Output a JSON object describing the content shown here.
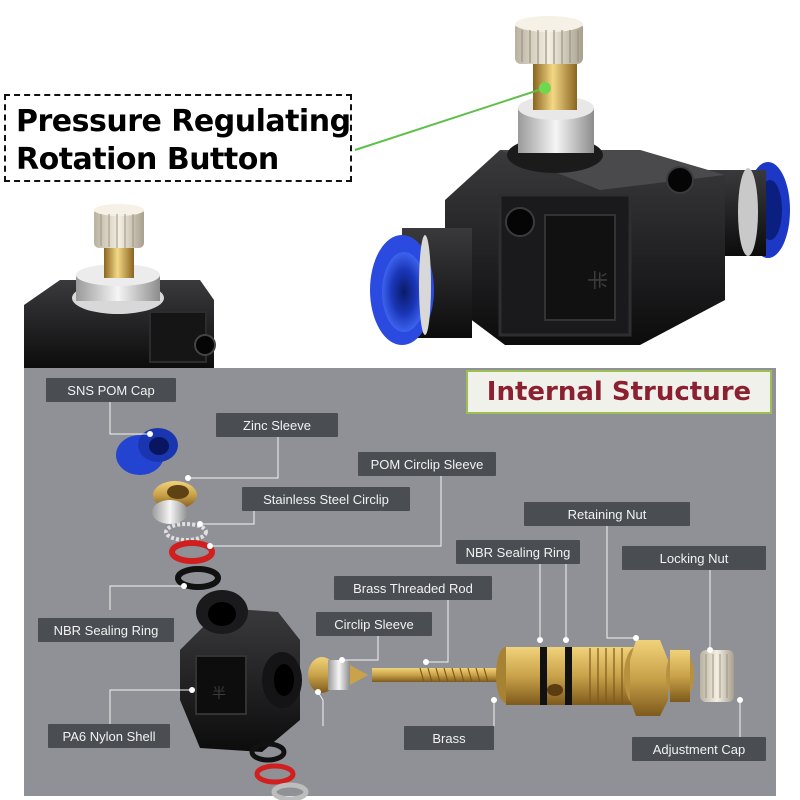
{
  "heading": {
    "line1": "Pressure Regulating",
    "line2": "Rotation Button"
  },
  "section_title": "Internal Structure",
  "labels": {
    "sns_pom_cap": "SNS POM Cap",
    "zinc_sleeve": "Zinc Sleeve",
    "pom_circlip_sleeve": "POM Circlip Sleeve",
    "stainless_steel_circlip": "Stainless Steel Circlip",
    "retaining_nut": "Retaining Nut",
    "nbr_sealing_ring_right": "NBR Sealing Ring",
    "locking_nut": "Locking Nut",
    "brass_threaded_rod": "Brass Threaded Rod",
    "circlip_sleeve": "Circlip Sleeve",
    "nbr_sealing_ring_left": "NBR Sealing Ring",
    "pa6_nylon_shell": "PA6 Nylon Shell",
    "brass": "Brass",
    "adjustment_cap": "Adjustment Cap"
  },
  "colors": {
    "panel": "#8f9196",
    "label_bg": "#4a4d52",
    "section_title_text": "#8a2030",
    "section_title_border": "#9bbf52",
    "pointer_green": "#5ec04a",
    "port_blue": "#1e3fc8",
    "brass": "#c9a24a"
  }
}
